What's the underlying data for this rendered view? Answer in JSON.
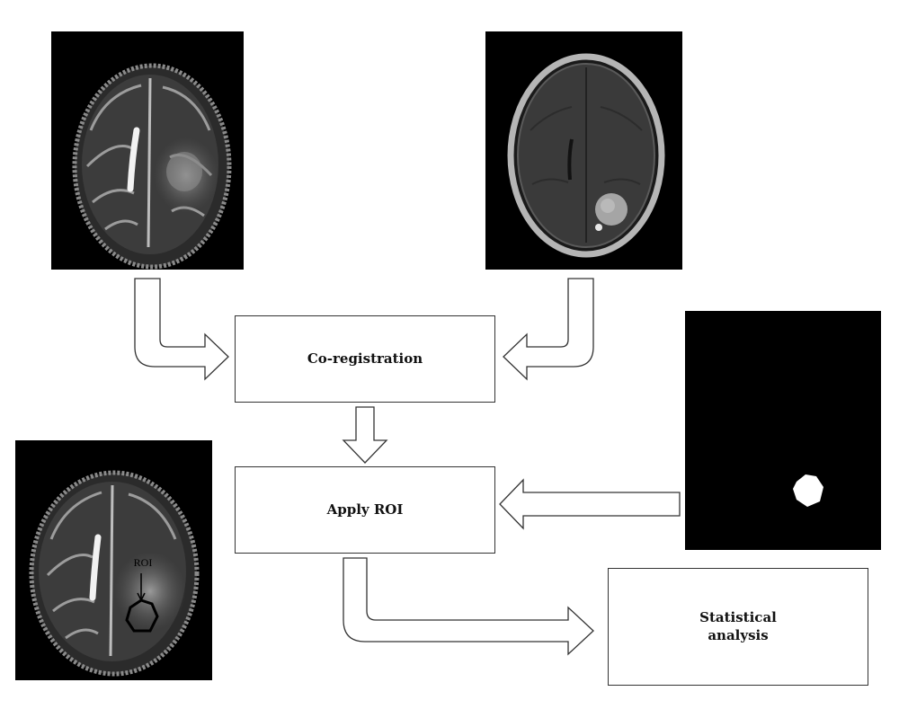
{
  "boxes": {
    "coregistration": "Co-registration",
    "apply_roi": "Apply ROI",
    "statistical_line1": "Statistical",
    "statistical_line2": "analysis"
  },
  "images": {
    "roi_label": "ROI"
  },
  "colors": {
    "background": "#ffffff",
    "panel": "#000000",
    "box_border": "#333333",
    "arrow_fill": "#ffffff",
    "mask": "#ffffff"
  }
}
